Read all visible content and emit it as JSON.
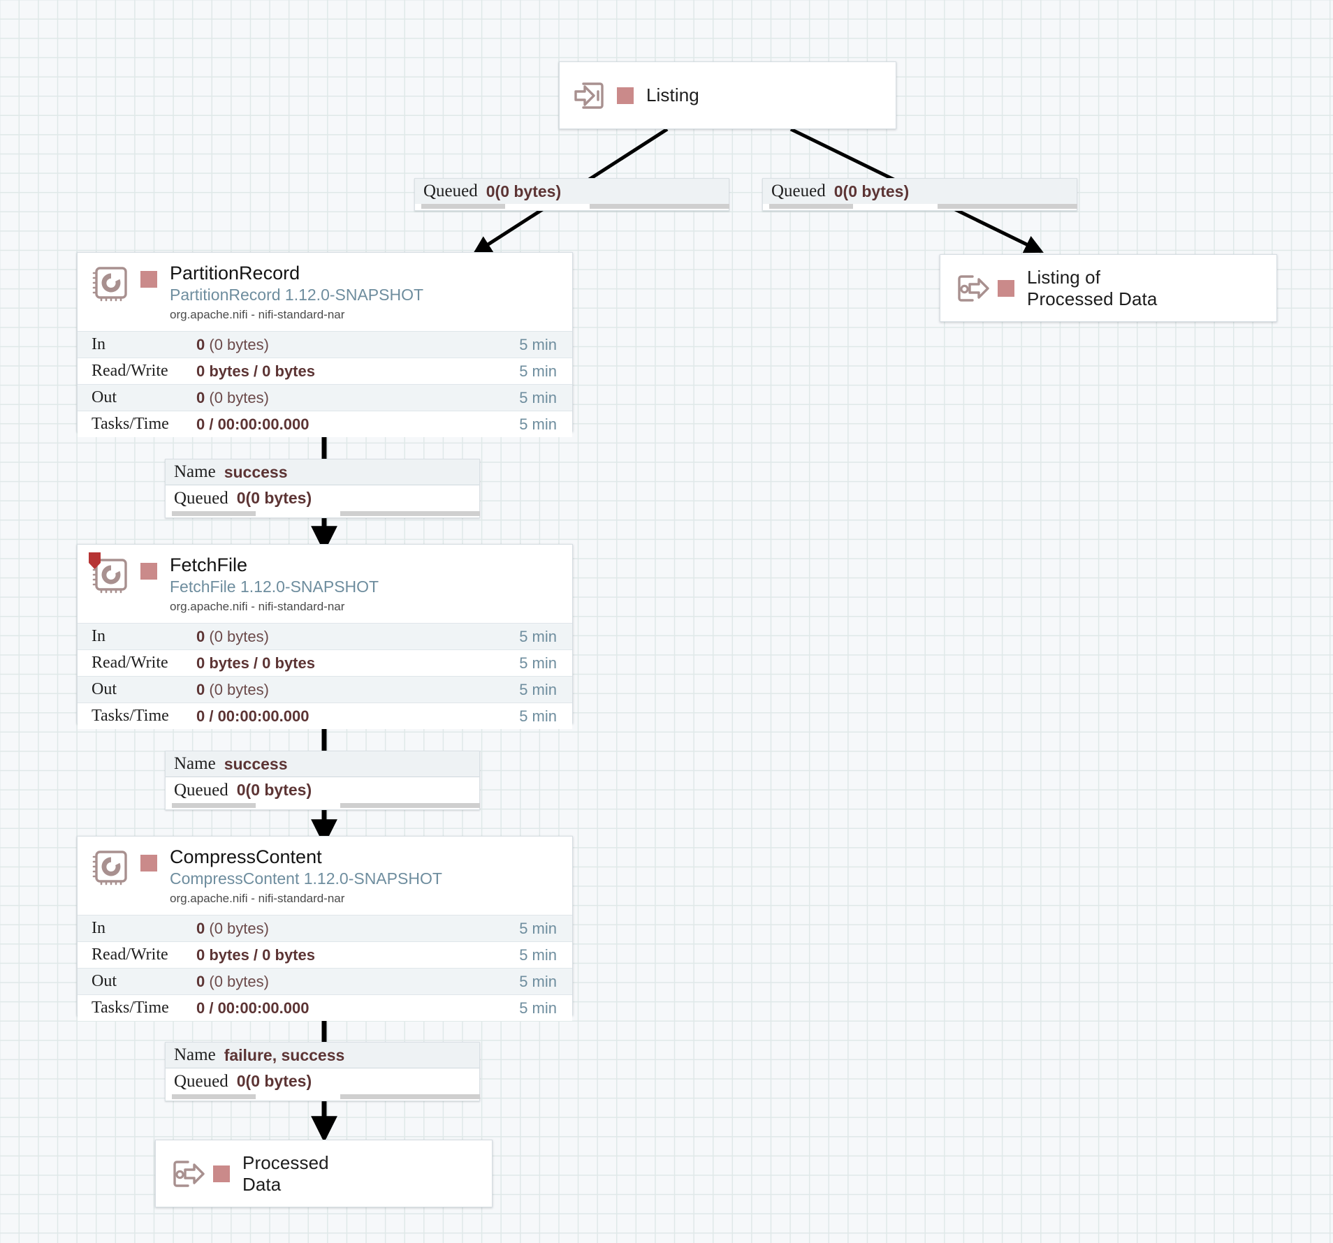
{
  "canvas": {
    "background_color": "#f6f8fa",
    "grid_color": "#dfe8e8",
    "accent_color": "#ca8a8a",
    "link_color": "#6e8d9e"
  },
  "nodes": {
    "listing_input_port": {
      "label": "Listing",
      "icon": "input-port-icon",
      "type": "input-port"
    },
    "listing_of_processed_data_port": {
      "label": "Listing of\nProcessed Data",
      "icon": "output-port-icon",
      "type": "output-port"
    },
    "processed_data_port": {
      "label": "Processed\nData",
      "icon": "output-port-icon",
      "type": "output-port"
    },
    "partition_record": {
      "name": "PartitionRecord",
      "type": "PartitionRecord 1.12.0-SNAPSHOT",
      "bundle": "org.apache.nifi - nifi-standard-nar",
      "has_bulletin": false,
      "stats": [
        {
          "label": "In",
          "value": "0",
          "detail": " (0 bytes)",
          "time": "5 min"
        },
        {
          "label": "Read/Write",
          "value": "0 bytes / 0 bytes",
          "detail": "",
          "time": "5 min"
        },
        {
          "label": "Out",
          "value": "0",
          "detail": " (0 bytes)",
          "time": "5 min"
        },
        {
          "label": "Tasks/Time",
          "value": "0 / 00:00:00.000",
          "detail": "",
          "time": "5 min"
        }
      ]
    },
    "fetch_file": {
      "name": "FetchFile",
      "type": "FetchFile 1.12.0-SNAPSHOT",
      "bundle": "org.apache.nifi - nifi-standard-nar",
      "has_bulletin": true,
      "stats": [
        {
          "label": "In",
          "value": "0",
          "detail": " (0 bytes)",
          "time": "5 min"
        },
        {
          "label": "Read/Write",
          "value": "0 bytes / 0 bytes",
          "detail": "",
          "time": "5 min"
        },
        {
          "label": "Out",
          "value": "0",
          "detail": " (0 bytes)",
          "time": "5 min"
        },
        {
          "label": "Tasks/Time",
          "value": "0 / 00:00:00.000",
          "detail": "",
          "time": "5 min"
        }
      ]
    },
    "compress_content": {
      "name": "CompressContent",
      "type": "CompressContent 1.12.0-SNAPSHOT",
      "bundle": "org.apache.nifi - nifi-standard-nar",
      "has_bulletin": false,
      "stats": [
        {
          "label": "In",
          "value": "0",
          "detail": " (0 bytes)",
          "time": "5 min"
        },
        {
          "label": "Read/Write",
          "value": "0 bytes / 0 bytes",
          "detail": "",
          "time": "5 min"
        },
        {
          "label": "Out",
          "value": "0",
          "detail": " (0 bytes)",
          "time": "5 min"
        },
        {
          "label": "Tasks/Time",
          "value": "0 / 00:00:00.000",
          "detail": "",
          "time": "5 min"
        }
      ]
    }
  },
  "connections": {
    "listing_to_partition_record": {
      "queued_key": "Queued",
      "queued_value": "0",
      "queued_detail": " (0 bytes)"
    },
    "listing_to_listing_out": {
      "queued_key": "Queued",
      "queued_value": "0",
      "queued_detail": " (0 bytes)"
    },
    "partition_to_fetch": {
      "name_key": "Name",
      "name_value": "success",
      "queued_key": "Queued",
      "queued_value": "0",
      "queued_detail": " (0 bytes)"
    },
    "fetch_to_compress": {
      "name_key": "Name",
      "name_value": "success",
      "queued_key": "Queued",
      "queued_value": "0",
      "queued_detail": " (0 bytes)"
    },
    "compress_to_processed": {
      "name_key": "Name",
      "name_value": "failure, success",
      "queued_key": "Queued",
      "queued_value": "0",
      "queued_detail": " (0 bytes)"
    }
  }
}
